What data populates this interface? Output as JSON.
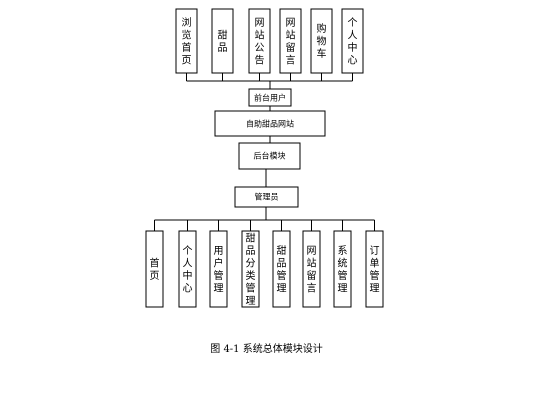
{
  "diagram": {
    "top_modules": [
      "浏览首页",
      "甜品",
      "网站公告",
      "网站留言",
      "购物车",
      "个人中心"
    ],
    "front_label": "前台用户",
    "system_label": "自助甜品网站",
    "back_label": "后台模块",
    "admin_label": "管理员",
    "bottom_modules": [
      "首页",
      "个人中心",
      "用户管理",
      "甜品分类管理",
      "甜品管理",
      "网站留言",
      "系统管理",
      "订单管理"
    ]
  },
  "caption": "图 4-1  系统总体模块设计"
}
